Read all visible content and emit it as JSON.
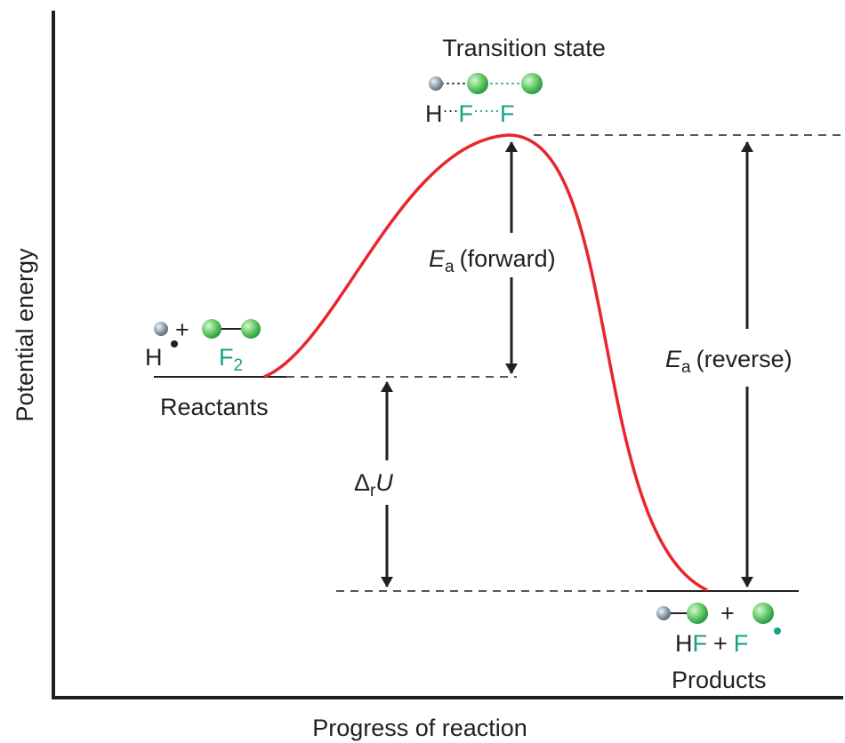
{
  "axes": {
    "y_label": "Potential energy",
    "x_label": "Progress of reaction"
  },
  "transition_state": {
    "title": "Transition state",
    "atom1": "H",
    "atom2": "F",
    "atom3": "F"
  },
  "reactants": {
    "label": "Reactants",
    "h_atom": "H",
    "plus": "+",
    "f2_base": "F",
    "f2_sub": "2"
  },
  "products": {
    "label": "Products",
    "hf_h": "H",
    "hf_f": "F",
    "plus": "+",
    "f_atom": "F",
    "molecule_plus": "+"
  },
  "forward_barrier": {
    "symbol": "E",
    "subscript": "a",
    "text": "(forward)"
  },
  "reverse_barrier": {
    "symbol": "E",
    "subscript": "a",
    "text": "(reverse)"
  },
  "reaction_energy": {
    "delta": "Δ",
    "subscript": "r",
    "symbol": "U"
  },
  "colors": {
    "curve": "#e8262b",
    "fluorine": "#16a085",
    "hydrogen_atom": "#9aaab5",
    "fluorine_atom": "#6ccf6c",
    "ink": "#231f20"
  }
}
